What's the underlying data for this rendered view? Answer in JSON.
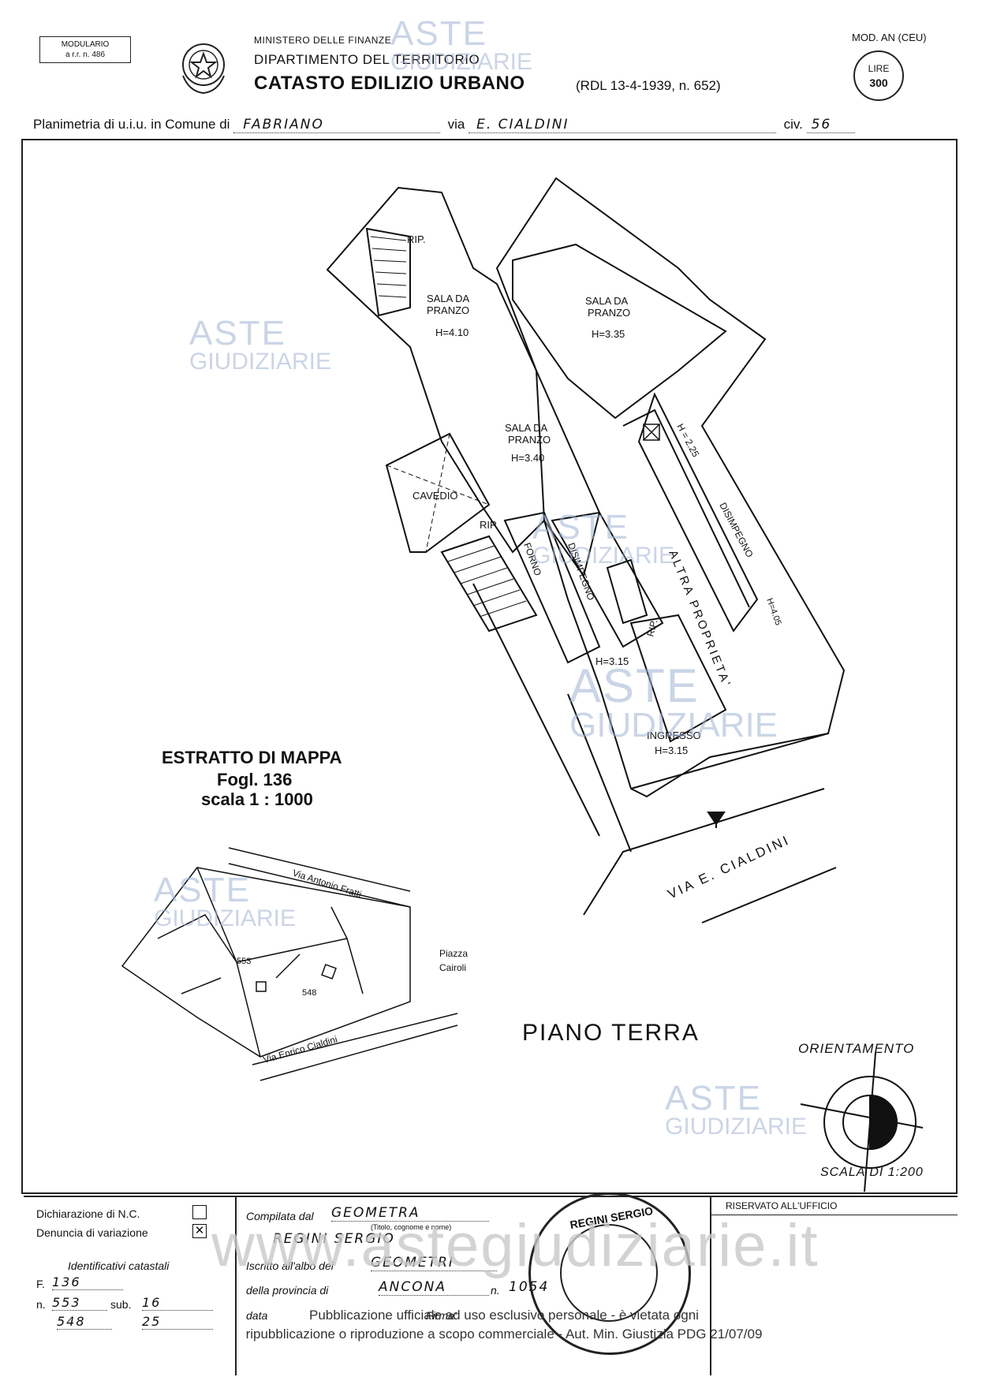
{
  "header": {
    "modulario_line1": "MODULARIO",
    "modulario_line2": "a r.r. n. 486",
    "ministry": "MINISTERO DELLE FINANZE",
    "department": "DIPARTIMENTO DEL TERRITORIO",
    "catasto": "CATASTO EDILIZIO URBANO",
    "law": "(RDL 13-4-1939, n. 652)",
    "model": "MOD. AN (CEU)",
    "lire_label": "LIRE",
    "lire_value": "300"
  },
  "plan_line": {
    "prefix": "Planimetria di u.i.u. in Comune di",
    "comune": "FABRIANO",
    "via_label": "via",
    "via": "E. CIALDINI",
    "civ_label": "civ.",
    "civ": "56"
  },
  "rooms": {
    "rip_top": "RIP.",
    "sala1_line1": "SALA DA",
    "sala1_line2": "PRANZO",
    "sala1_h": "H=4.10",
    "sala2_line1": "SALA DA",
    "sala2_line2": "PRANZO",
    "sala2_h": "H=3.35",
    "sala3_line1": "SALA DA",
    "sala3_line2": "PRANZO",
    "sala3_h": "H=3.40",
    "cavedio": "CAVEDIO",
    "rip_mid": "RIP.",
    "forno": "FORNO",
    "disimpegno1": "DISIMPEGNO",
    "h_315_a": "H=3.15",
    "rip_low": "RIP.",
    "altra": "ALTRA PROPRIETA'",
    "disimpegno2": "DISIMPEGNO",
    "h_225": "H = 2.25",
    "h_405": "H=4.05",
    "ingresso": "INGRESSO",
    "ingresso_h": "H=3.15",
    "street": "VIA E. CIALDINI"
  },
  "map_extract": {
    "title": "ESTRATTO DI MAPPA",
    "sheet": "Fogl. 136",
    "scale": "scala 1 : 1000",
    "street1": "Via Antonio Fratti",
    "square1": "Piazza",
    "square2": "Cairoli",
    "street2": "Via Enrico Cialdini",
    "parcel1": "553",
    "parcel2": "548"
  },
  "floor_label": "PIANO TERRA",
  "orientation_label": "ORIENTAMENTO",
  "plan_scale": "SCALA DI 1:200",
  "footer": {
    "dichiarazione": "Dichiarazione di N.C.",
    "denuncia": "Denuncia di variazione",
    "identificativi": "Identificativi catastali",
    "f_label": "F.",
    "f_value": "136",
    "n_label": "n.",
    "n_value": "553",
    "sub_label": "sub.",
    "sub_value": "16",
    "n2_value": "548",
    "sub2_value": "25",
    "compilata_label": "Compilata dal",
    "compilata_value": "GEOMETRA",
    "titolo_note": "(Titolo, cognome e nome)",
    "name_value": "REGINI SERGIO",
    "iscritto_label": "Iscritto all'albo dei",
    "iscritto_value": "GEOMETRI",
    "provincia_label": "della provincia di",
    "provincia_value": "ANCONA",
    "provincia_n_label": "n.",
    "provincia_n_value": "1054",
    "data_label": "data",
    "firma_label": "Firma:",
    "riservato": "RISERVATO ALL'UFFICIO",
    "stamp_text": "REGINI SERGIO"
  },
  "watermark": {
    "aste": "ASTE",
    "giudiziarie": "GIUDIZIARIE",
    "url": "www.astegiudiziarie.it",
    "pub_line1": "Pubblicazione ufficiale ad uso esclusivo personale - è vietata ogni",
    "pub_line2": "ripubblicazione o riproduzione a scopo commerciale - Aut. Min. Giustizia PDG 21/07/09"
  }
}
